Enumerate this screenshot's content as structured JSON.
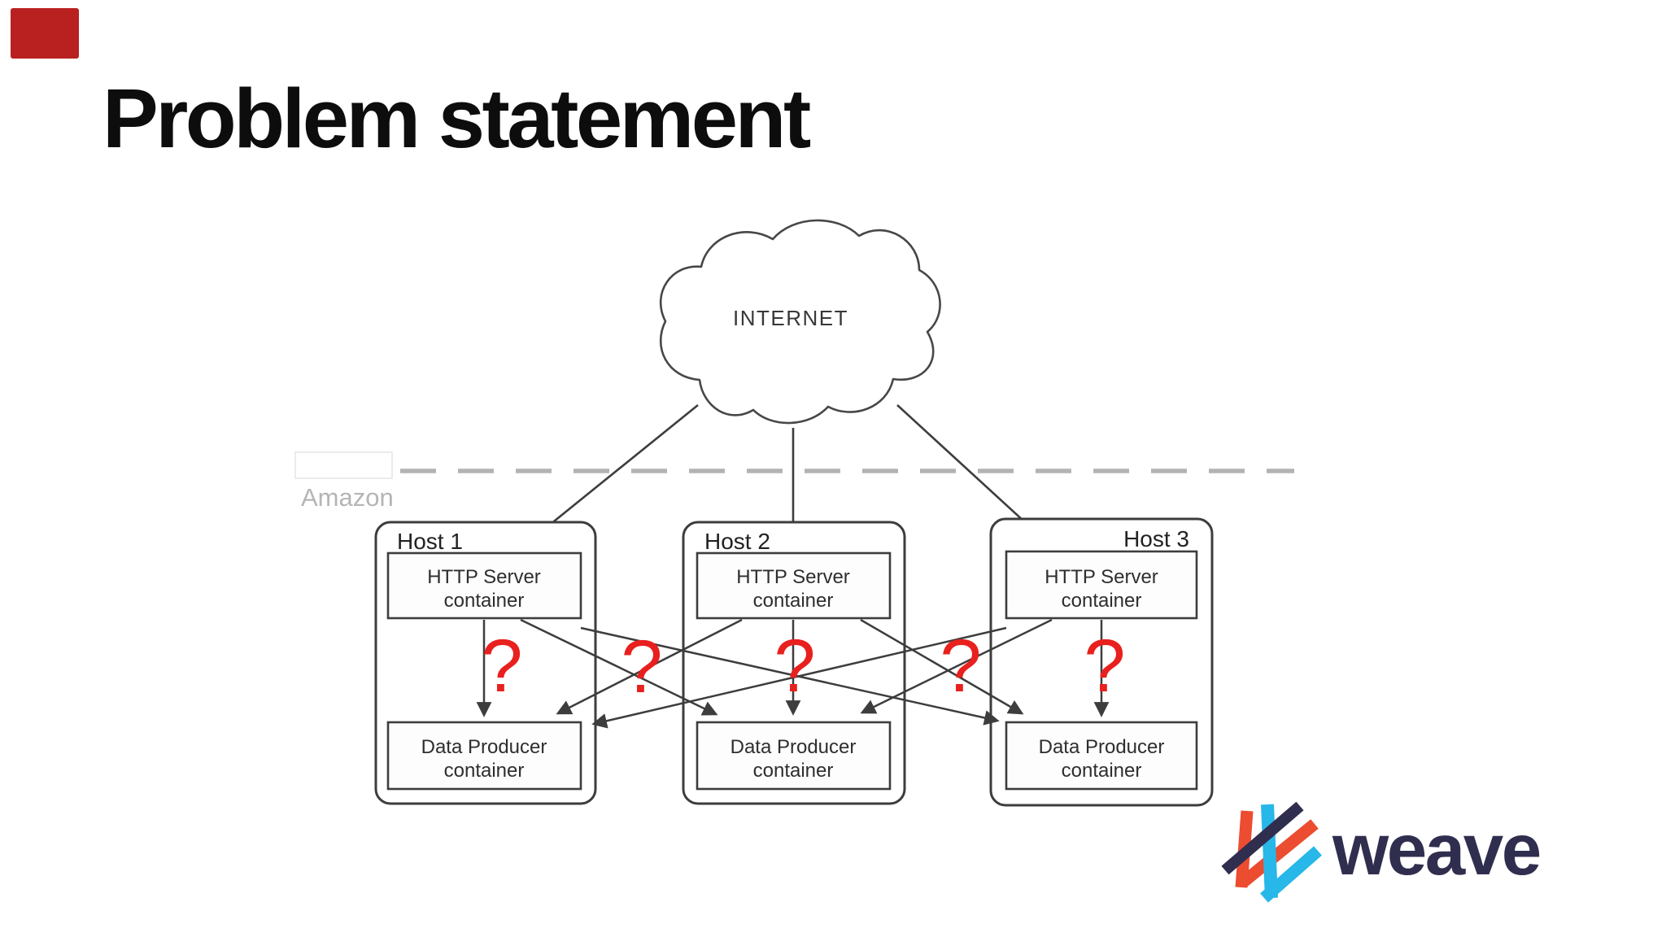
{
  "slide": {
    "title": "Problem statement"
  },
  "badge": {
    "color": "#b92121"
  },
  "diagram": {
    "internet_label": "INTERNET",
    "amazon_label": "Amazon",
    "question_mark": "?",
    "hosts": [
      {
        "name": "Host 1"
      },
      {
        "name": "Host 2"
      },
      {
        "name": "Host 3"
      }
    ],
    "labels": {
      "http_line1": "HTTP Server",
      "http_line2": "container",
      "dp_line1": "Data Producer",
      "dp_line2": "container"
    },
    "colors": {
      "stroke": "#3d3d3d",
      "question": "#e8201e",
      "dashed_line": "#b3b3b3",
      "amazon_text": "#b5b5b5"
    }
  },
  "logo": {
    "text": "weave",
    "navy": "#302e4f",
    "orange": "#ec4c2f",
    "cyan": "#27b7e8"
  }
}
